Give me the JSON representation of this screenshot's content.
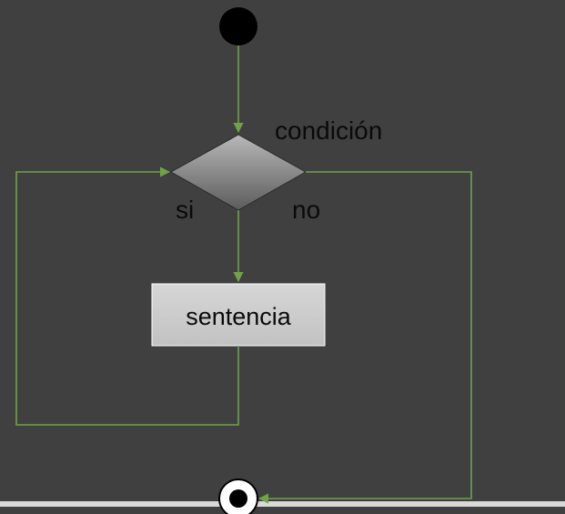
{
  "diagram": {
    "condition_label": "condición",
    "yes_label": "si",
    "no_label": "no",
    "statement_label": "sentencia"
  },
  "colors": {
    "background": "#404040",
    "arrow": "#6fa24a",
    "start_node": "#000000",
    "decision_fill_top": "#b8b8b8",
    "decision_fill_bottom": "#5a5a5a",
    "statement_fill": "#cfcfcf"
  }
}
